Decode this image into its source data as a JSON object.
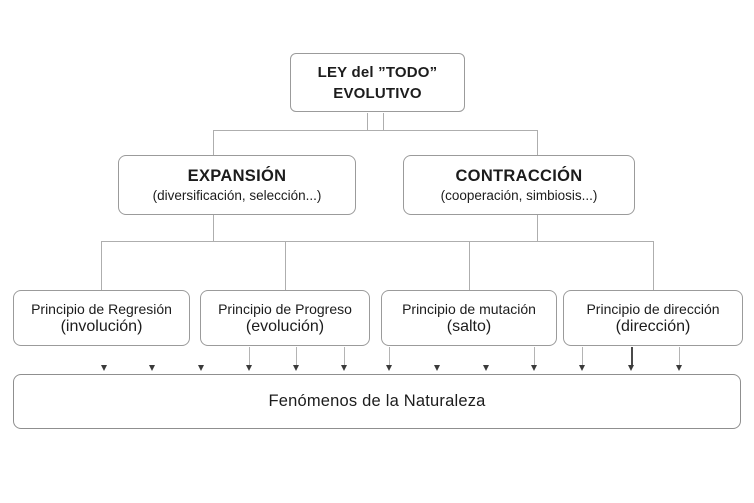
{
  "diagram": {
    "root": {
      "line1": "LEY del ”TODO”",
      "line2": "EVOLUTIVO"
    },
    "level2": [
      {
        "title": "EXPANSIÓN",
        "subtitle": "(diversificación, selección...)"
      },
      {
        "title": "CONTRACCIÓN",
        "subtitle": "(cooperación, simbiosis...)"
      }
    ],
    "level3": [
      {
        "title": "Principio de Regresión",
        "subtitle": "(involución)"
      },
      {
        "title": "Principio de Progreso",
        "subtitle": "(evolución)"
      },
      {
        "title": "Principio de mutación",
        "subtitle": "(salto)"
      },
      {
        "title": "Principio de dirección",
        "subtitle": "(dirección)"
      }
    ],
    "footer": {
      "label": "Fenómenos de la Naturaleza"
    },
    "colors": {
      "box_border": "#9b9b9b",
      "connector": "#aeaeae",
      "arrow": "#3a3a3a",
      "text": "#1c1c1c"
    }
  }
}
